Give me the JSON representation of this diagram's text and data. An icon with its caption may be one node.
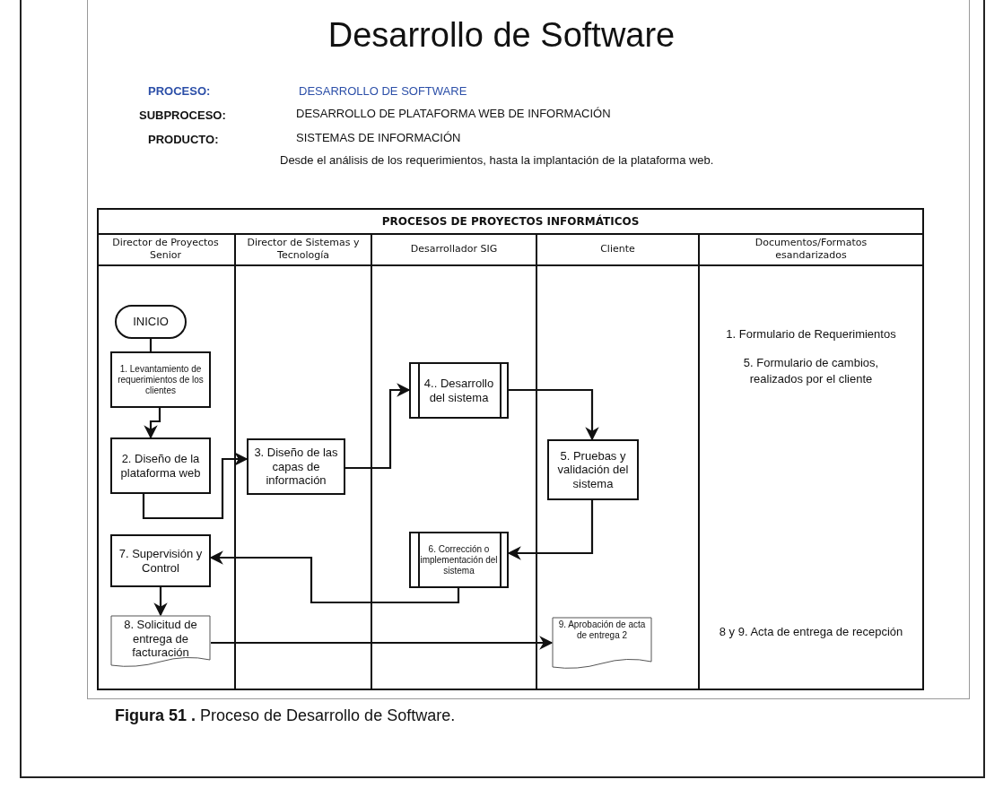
{
  "diagram": {
    "title": "Desarrollo de Software",
    "caption": "**Figura 51 .** Proceso de Desarrollo de Software.",
    "nodes": [
      {
        "text": [
          "PROCESOS DE PROYECTOS INFORMÁTICOS"
        ]
      },
      {
        "text": [
          "Director de Proyectos Senior"
        ],
        "in": 0
      },
      {
        "text": [
          "Director de Sistemas y Tecnología"
        ],
        "in": 0
      },
      {
        "text": [
          "Desarrollador SIG"
        ],
        "in": 0
      },
      {
        "text": [
          "Cliente"
        ],
        "in": 0
      },
      {
        "text": [
          "Documentos/Formatos esandarizados",
          "1. Formulario de Requerimientos",
          "5. Formulario de cambios, realizados por el cliente",
          "8 y 9. Acta de entrega de recepción"
        ],
        "in": 0
      },
      {
        "text": [
          "INICIO"
        ],
        "in": 1
      },
      {
        "text": [
          "1. Levantamiento de requerimientos de los clientes"
        ],
        "in": 1
      },
      {
        "text": [
          "2. Diseño de la plataforma web"
        ],
        "in": 1
      },
      {
        "text": [
          "3. Diseño de las capas de información"
        ],
        "in": 2
      },
      {
        "text": [
          "4.. Desarrollo del sistema"
        ],
        "in": 3
      },
      {
        "text": [
          "5. Pruebas y validación del sistema"
        ],
        "in": 4
      },
      {
        "text": [
          "6. Corrección o implementación del sistema"
        ],
        "in": 3
      },
      {
        "text": [
          "7. Supervisión y Control"
        ],
        "in": 1
      },
      {
        "text": [
          "8. Solicitud de entrega de facturación"
        ],
        "in": 1
      },
      {
        "text": [
          "9. Aprobación de acta de entrega 2"
        ],
        "in": 4
      }
    ],
    "edges": [
      {
        "from": 6,
        "to": 7,
        "arrow": "none"
      },
      {
        "from": 7,
        "to": 8,
        "arrow": "to"
      },
      {
        "from": 8,
        "to": 9,
        "arrow": "to"
      },
      {
        "from": 9,
        "to": 10,
        "arrow": "to"
      },
      {
        "from": 10,
        "to": 11,
        "arrow": "to"
      },
      {
        "from": 11,
        "to": 12,
        "arrow": "to"
      },
      {
        "from": 12,
        "to": 13,
        "arrow": "to"
      },
      {
        "from": 13,
        "to": 14,
        "arrow": "to"
      },
      {
        "from": 14,
        "to": 15,
        "arrow": "to"
      }
    ],
    "labels": [
      "PROCESO:",
      "DESARROLLO DE SOFTWARE",
      "SUBPROCESO:",
      "DESARROLLO DE PLATAFORMA WEB DE INFORMACIÓN",
      "PRODUCTO:",
      "SISTEMAS DE INFORMACIÓN",
      "Desde el análisis de los requerimientos, hasta la implantación de la plataforma web."
    ]
  }
}
